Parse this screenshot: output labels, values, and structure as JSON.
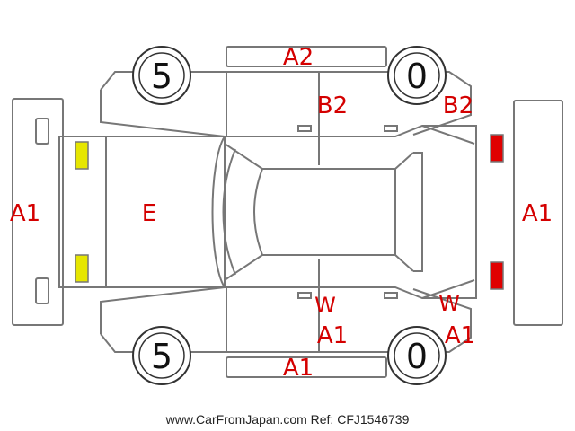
{
  "diagram": {
    "tires": {
      "front_left": "5",
      "front_right": "0",
      "rear_left": "5",
      "rear_right": "0"
    },
    "labels": {
      "top_center": "A2",
      "top_door_center": "B2",
      "top_door_right": "B2",
      "left_bumper": "A1",
      "right_bumper": "A1",
      "hood": "E",
      "bottom_door_center_w": "W",
      "bottom_door_center_a": "A1",
      "bottom_right_w": "W",
      "bottom_right_a": "A1",
      "bottom_center": "A1"
    },
    "marker_colors": {
      "front_lights": "#e6e600",
      "rear_lights": "#e00000"
    },
    "footer": "www.CarFromJapan.com Ref: CFJ1546739"
  }
}
